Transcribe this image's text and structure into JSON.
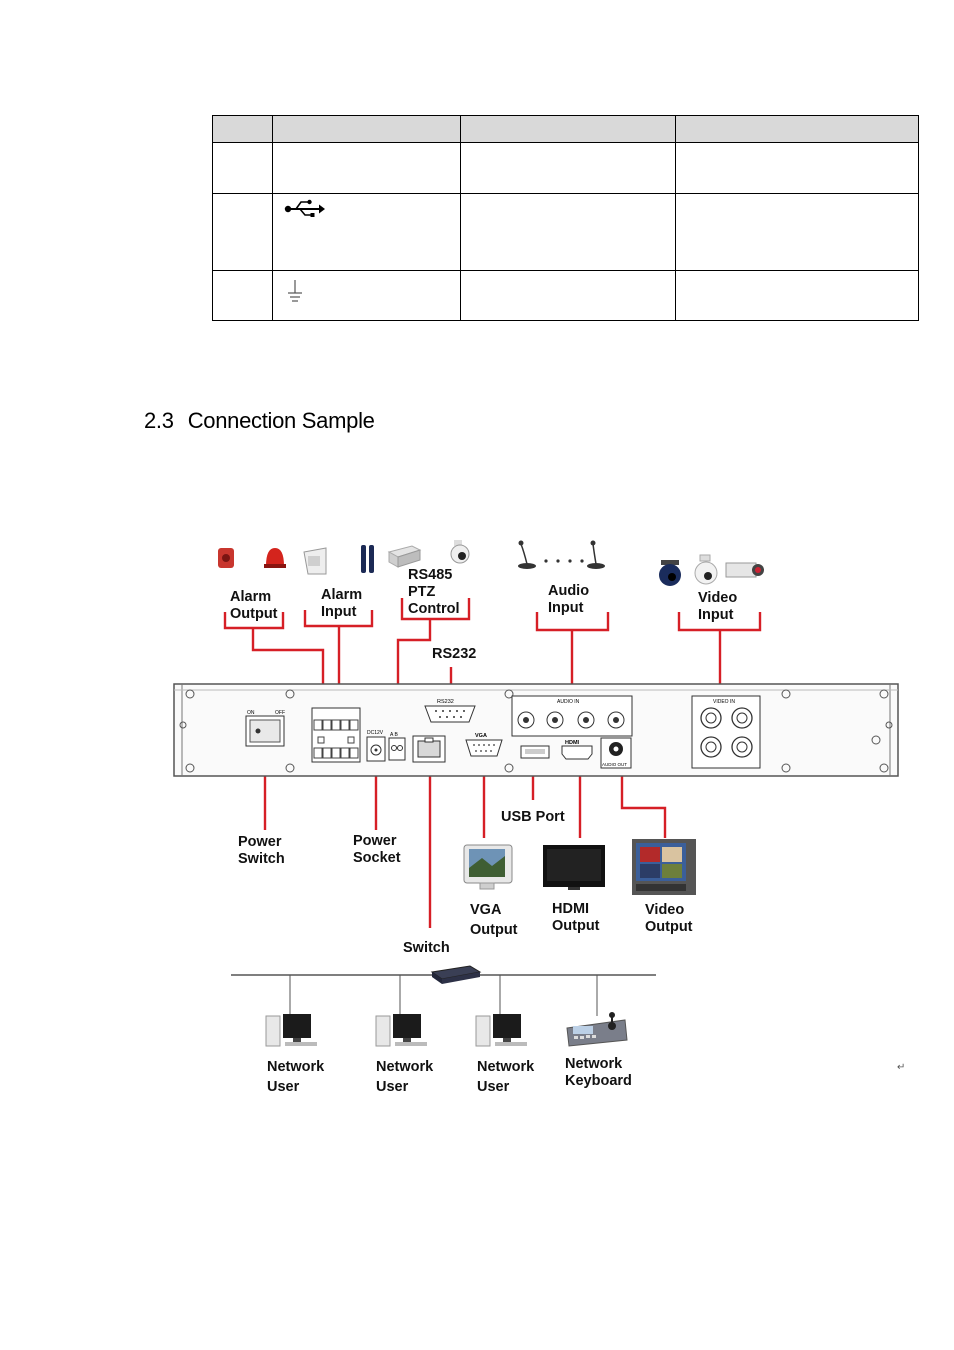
{
  "section": {
    "number": "2.3",
    "title": "Connection Sample"
  },
  "table": {
    "header": [
      "",
      "",
      "",
      ""
    ],
    "rows": [
      {
        "icon": "",
        "cells": [
          "",
          "",
          "",
          ""
        ]
      },
      {
        "icon": "usb-icon",
        "cells": [
          "",
          "",
          "",
          ""
        ]
      },
      {
        "icon": "ground-icon",
        "cells": [
          "",
          "",
          "",
          ""
        ]
      }
    ]
  },
  "diagram": {
    "labels": {
      "alarm_output": "Alarm\nOutput",
      "alarm_input": "Alarm\nInput",
      "rs485": "RS485\nPTZ\nControl",
      "audio_input": "Audio\nInput",
      "video_input": "Video\nInput",
      "rs232": "RS232",
      "power_switch": "Power\nSwitch",
      "power_socket": "Power\nSocket",
      "usb_port": "USB Port",
      "vga_output": "VGA\nOutput",
      "hdmi_output": "HDMI\nOutput",
      "video_output": "Video\nOutput",
      "switch": "Switch",
      "network_user_1": "Network\nUser",
      "network_user_2": "Network\nUser",
      "network_user_3": "Network\nUser",
      "network_keyboard": "Network\nKeyboard"
    },
    "panel_labels": {
      "on": "ON",
      "off": "OFF",
      "rs232": "RS232",
      "vga": "VGA",
      "hdmi": "HDMI",
      "audio_in": "AUDIO IN",
      "video_in": "VIDEO IN",
      "audio_out": "AUDIO OUT",
      "dc12v": "DC12V",
      "ab": "A B"
    },
    "line_color": "#d61f26"
  }
}
